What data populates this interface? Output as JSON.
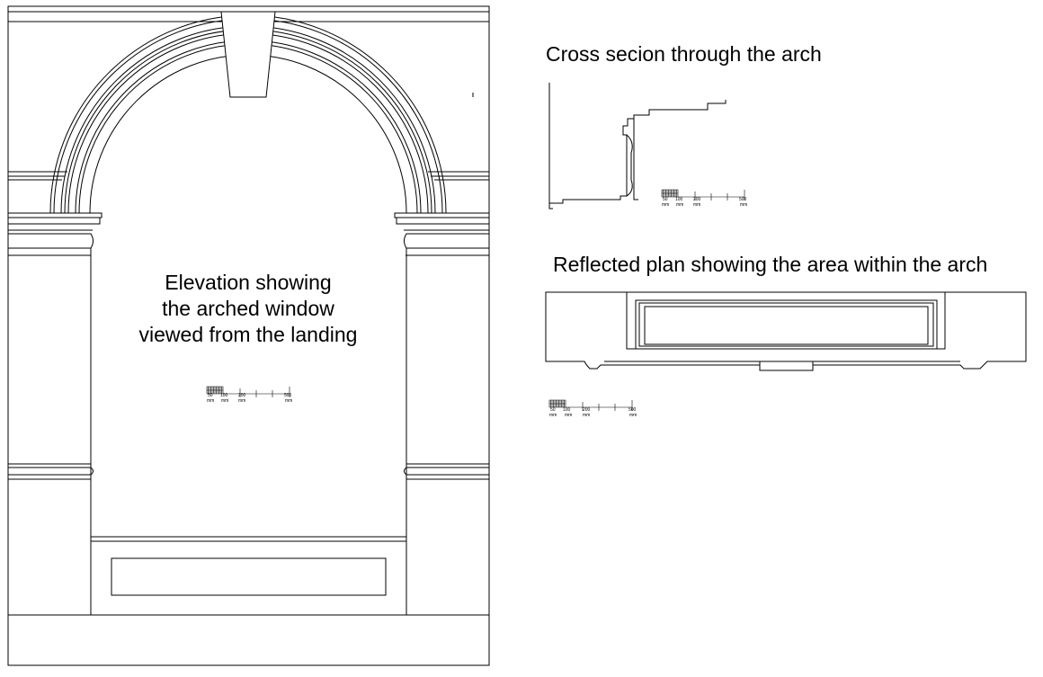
{
  "elevation": {
    "caption": [
      "Elevation showing",
      "the arched window",
      "viewed from the landing"
    ]
  },
  "section": {
    "title": "Cross secion through the arch"
  },
  "plan": {
    "title": "Reflected plan showing the area within the arch"
  },
  "scale_bar": {
    "labels": [
      "50",
      "100",
      "200",
      "500"
    ],
    "units": [
      "mm",
      "mm",
      "mm",
      "mm"
    ]
  }
}
